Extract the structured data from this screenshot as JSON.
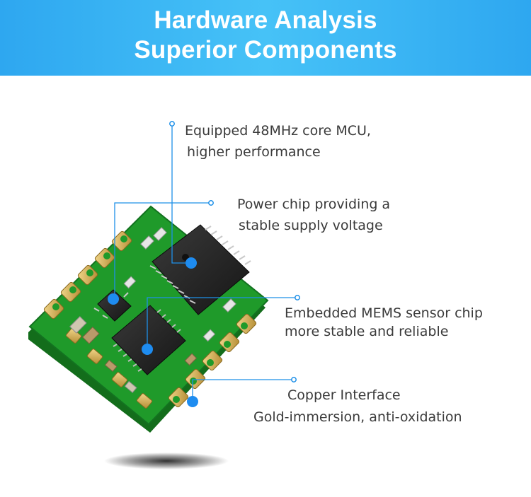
{
  "header": {
    "title_line1": "Hardware Analysis",
    "title_line2": "Superior Components"
  },
  "callouts": {
    "mcu": {
      "line1": "Equipped 48MHz core MCU,",
      "line2": "higher performance"
    },
    "power": {
      "line1": "Power chip providing a",
      "line2": "stable supply voltage"
    },
    "mems": {
      "line1": "Embedded MEMS sensor chip",
      "line2": "more stable and reliable"
    },
    "copper": {
      "line1": "Copper Interface",
      "line2": "Gold-immersion, anti-oxidation"
    }
  },
  "colors": {
    "header_bg": "#2ea7f0",
    "leader_line": "#1e90e8",
    "marker_dot": "#1e8cf0",
    "pcb_green": "#1f9a2a",
    "gold_pad": "#d9b45a"
  }
}
